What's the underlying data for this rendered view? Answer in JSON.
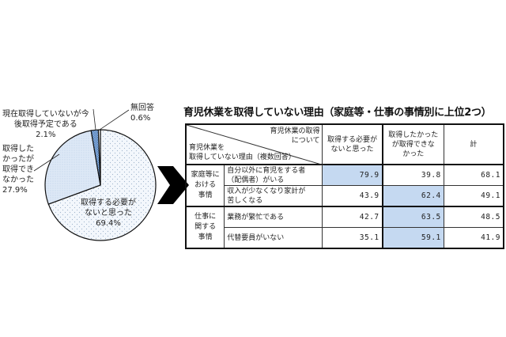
{
  "chart_data": [
    {
      "type": "pie",
      "title": "",
      "slices": [
        {
          "label": "取得する必要がないと思った",
          "value": 69.4,
          "pct_label": "69.4%",
          "color": "#eef4fb",
          "pattern": "dots"
        },
        {
          "label": "取得したかったが取得できなかった",
          "value": 27.9,
          "pct_label": "27.9%",
          "color": "#dbe7f6",
          "pattern": "fine-dots"
        },
        {
          "label": "現在取得していないが今後取得予定である",
          "value": 2.1,
          "pct_label": "2.1%",
          "color": "#7fa7d9",
          "pattern": "crosshatch"
        },
        {
          "label": "無回答",
          "value": 0.6,
          "pct_label": "0.6%",
          "color": "#ffffff"
        }
      ]
    },
    {
      "type": "table",
      "title": "育児休業を取得していない理由（家庭等・仕事の事情別に上位2つ）",
      "corner_header_top": [
        "育児休業の取得",
        "について"
      ],
      "corner_header_bottom": [
        "育児休業を",
        "取得していない理由（複数回答）"
      ],
      "columns": [
        "取得する必要がないと思った",
        "取得したかったが取得できなかった",
        "計"
      ],
      "groups": [
        {
          "category": "家庭等における事情",
          "rows": [
            {
              "reason": "自分以外に育児をする者（配偶者）がいる",
              "values": [
                79.9,
                39.8,
                68.1
              ],
              "highlight": [
                true,
                false,
                false
              ]
            },
            {
              "reason": "収入が少なくなり家計が苦しくなる",
              "values": [
                43.9,
                62.4,
                49.1
              ],
              "highlight": [
                false,
                true,
                false
              ]
            }
          ]
        },
        {
          "category": "仕事に関する事情",
          "rows": [
            {
              "reason": "業務が繁忙である",
              "values": [
                42.7,
                63.5,
                48.5
              ],
              "highlight": [
                false,
                true,
                false
              ]
            },
            {
              "reason": "代替要員がいない",
              "values": [
                35.1,
                59.1,
                41.9
              ],
              "highlight": [
                false,
                true,
                false
              ]
            }
          ]
        }
      ],
      "highlight_color": "#c5d9f1"
    }
  ],
  "pie": {
    "labels": {
      "no_answer": {
        "line1": "無回答",
        "pct": "0.6%"
      },
      "plan": {
        "line1": "現在取得していないが今",
        "line2": "後取得予定である",
        "pct": "2.1%"
      },
      "wanted": {
        "line1": "取得した",
        "line2": "かったが",
        "line3": "取得でき",
        "line4": "なかった",
        "pct": "27.9%"
      },
      "not_needed": {
        "line1": "取得する必要が",
        "line2": "ないと思った",
        "pct": "69.4%"
      }
    }
  },
  "arrow": {
    "icon": "right-arrow-icon"
  },
  "table": {
    "title": "育児休業を取得していない理由（家庭等・仕事の事情別に上位2つ）",
    "corner": {
      "top1": "育児休業の取得",
      "top2": "について",
      "bottom1": "育児休業を",
      "bottom2": "取得していない理由（複数回答）"
    },
    "columns": {
      "c1_line1": "取得する必要が",
      "c1_line2": "ないと思った",
      "c2_line1": "取得したかった",
      "c2_line2": "が取得できな",
      "c2_line3": "かった",
      "c3": "計"
    },
    "groups": {
      "g1": {
        "cat1": "家庭等に",
        "cat2": "おける",
        "cat3": "事情"
      },
      "g2": {
        "cat1": "仕事に",
        "cat2": "関する",
        "cat3": "事情"
      }
    },
    "rows": {
      "r1": {
        "reason1": "自分以外に育児をする者",
        "reason2": "（配偶者）がいる",
        "v1": "79.9",
        "v2": "39.8",
        "v3": "68.1"
      },
      "r2": {
        "reason1": "収入が少なくなり家計が",
        "reason2": "苦しくなる",
        "v1": "43.9",
        "v2": "62.4",
        "v3": "49.1"
      },
      "r3": {
        "reason1": "業務が繁忙である",
        "v1": "42.7",
        "v2": "63.5",
        "v3": "48.5"
      },
      "r4": {
        "reason1": "代替要員がいない",
        "v1": "35.1",
        "v2": "59.1",
        "v3": "41.9"
      }
    }
  }
}
